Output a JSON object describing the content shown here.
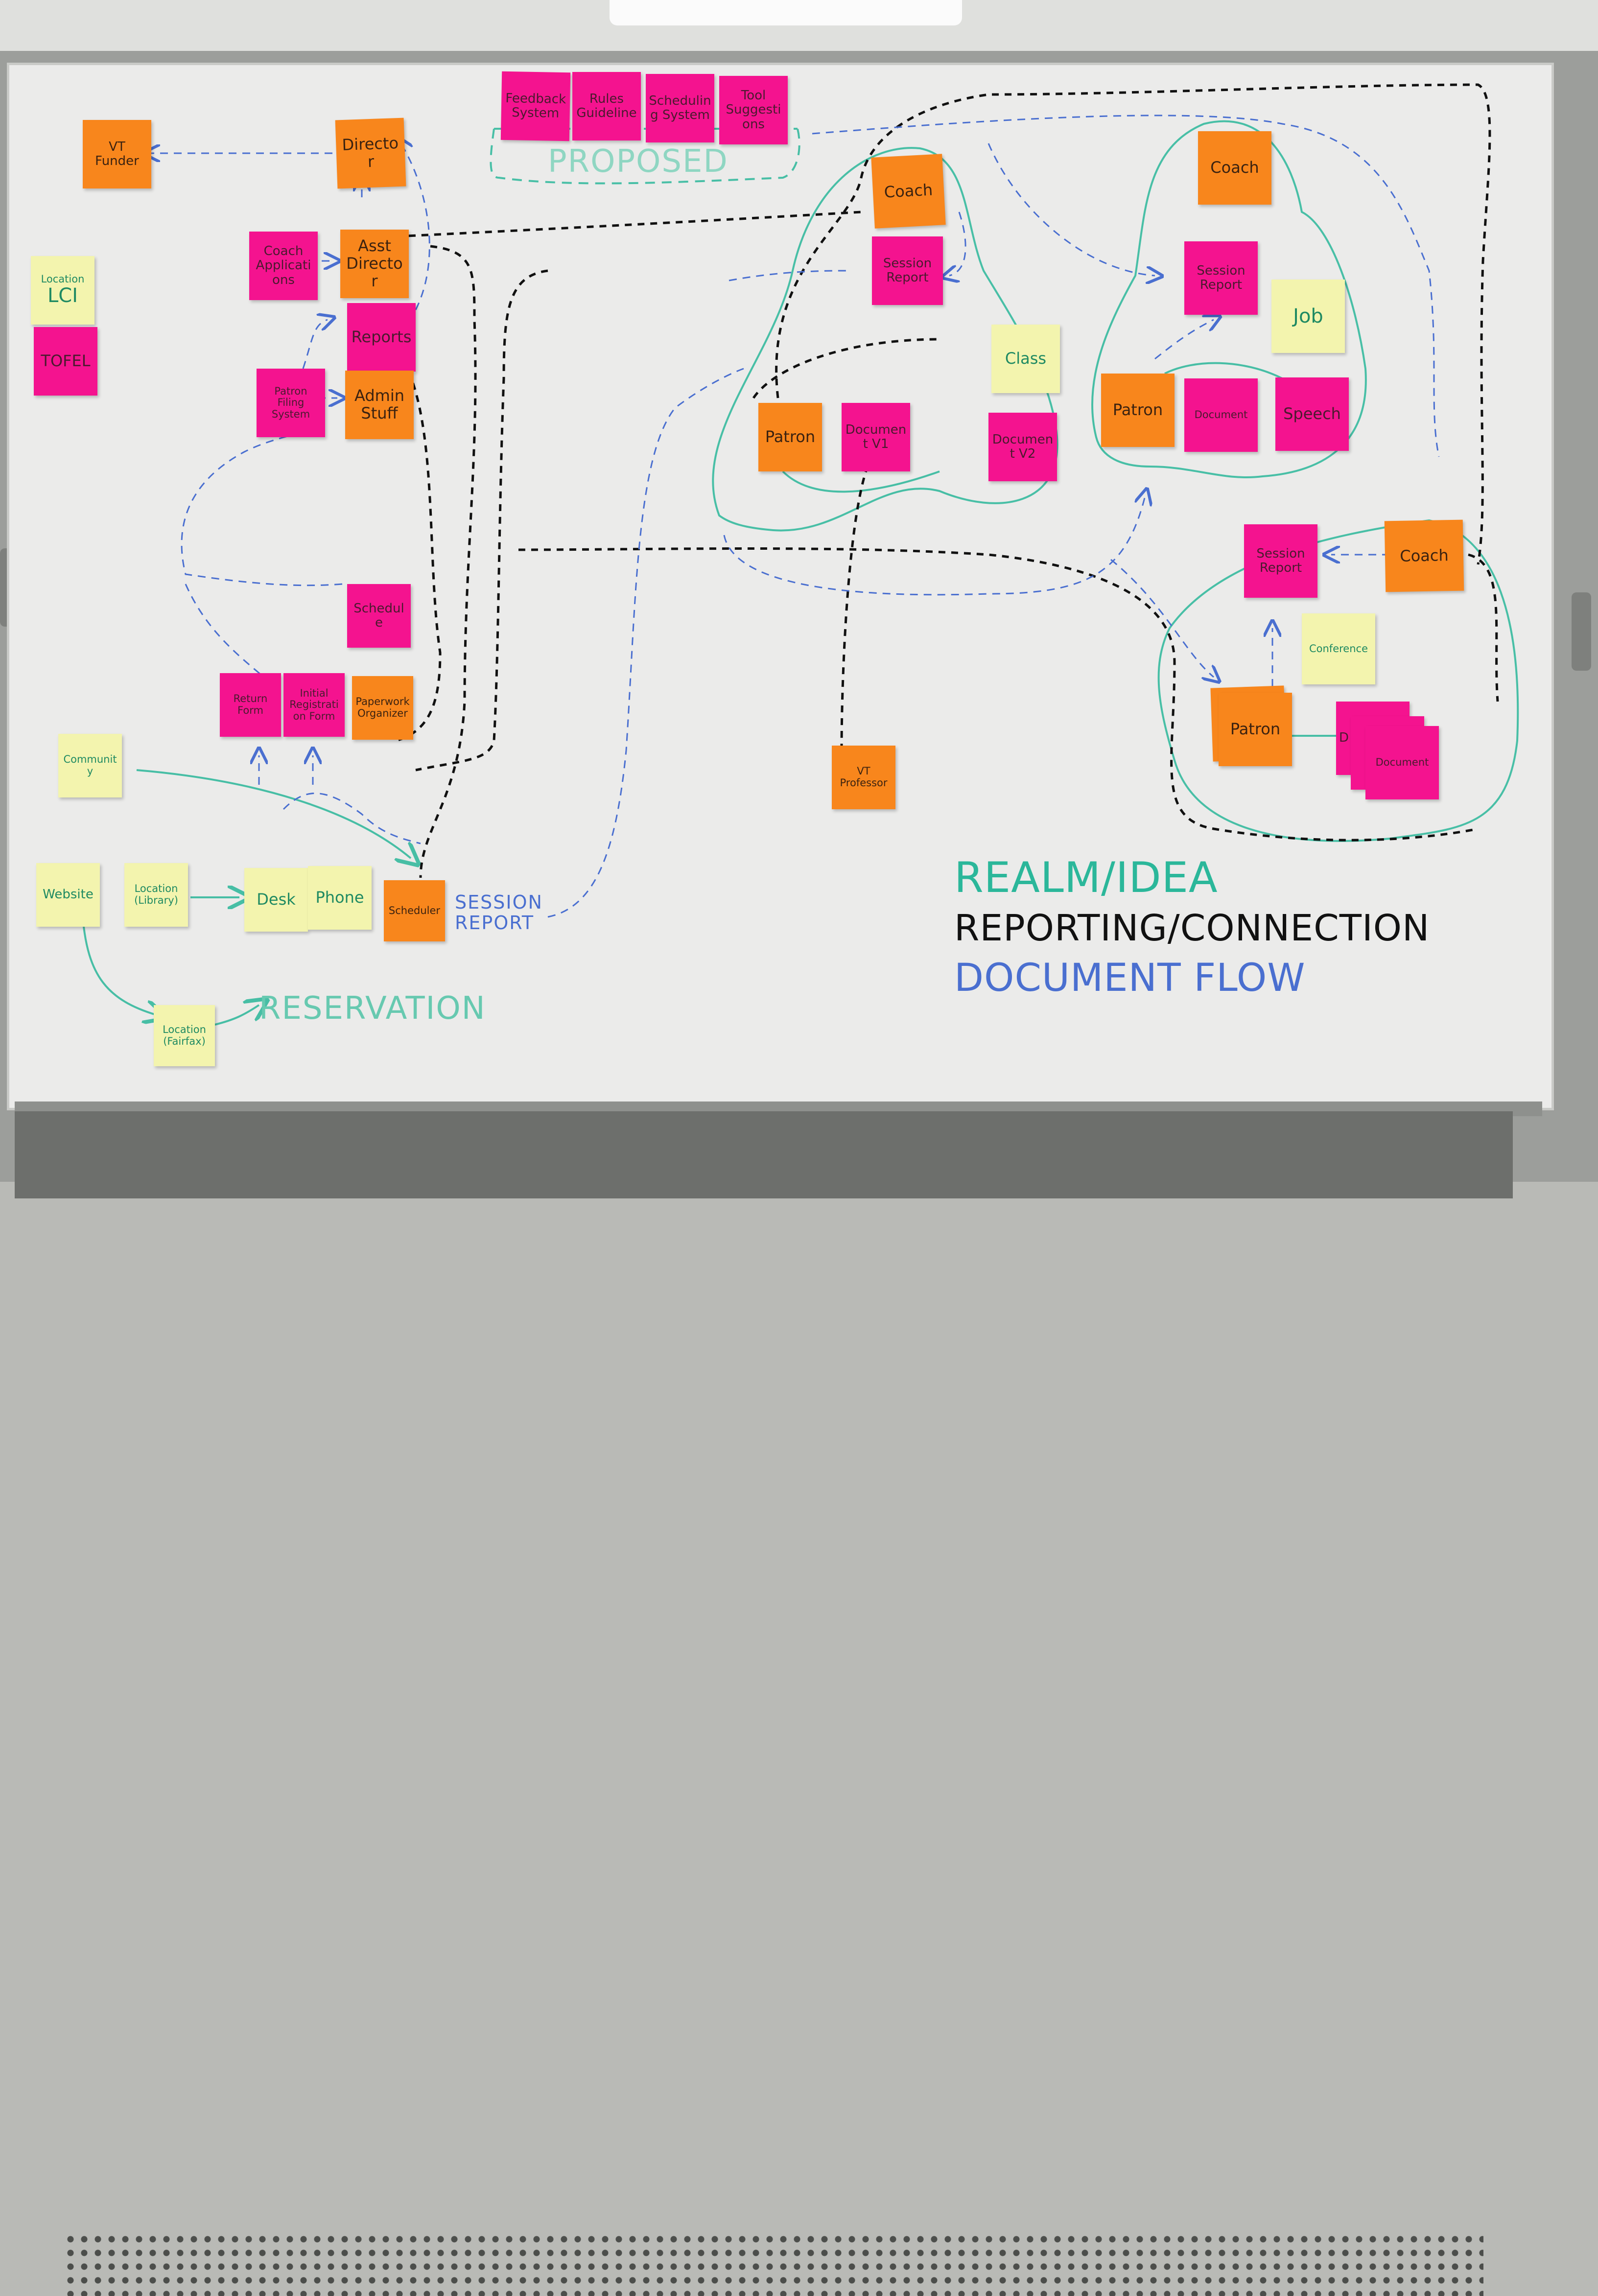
{
  "colors": {
    "pink": "#f4138f",
    "orange": "#f8861c",
    "yellow": "#f3f4ae",
    "realm_teal": "#2bb79a",
    "reporting_black": "#111111",
    "document_blue": "#4a6fd0"
  },
  "notes": {
    "proposed": [
      "Feedback System",
      "Rules Guideline",
      "Scheduling System",
      "Tool Suggestions"
    ],
    "vt_funder": "VT Funder",
    "director": "Director",
    "asst_director": "Asst Director",
    "coach_applications": "Coach Applications",
    "reports": "Reports",
    "patron_filing": "Patron Filing System",
    "admin_stuff": "Admin Stuff",
    "location_lci_small": "Location",
    "location_lci_big": "LCI",
    "tofel": "TOFEL",
    "schedule": "Schedule",
    "return_form": "Return Form",
    "initial_registration": "Initial Registration Form",
    "paperwork_organizer": "Paperwork Organizer",
    "community": "Community",
    "website": "Website",
    "location_library": "Location (Library)",
    "desk": "Desk",
    "phone": "Phone",
    "scheduler": "Scheduler",
    "location_fairfax": "Location (Fairfax)",
    "coach_1": "Coach",
    "session_report_1": "Session Report",
    "class": "Class",
    "patron_1": "Patron",
    "document_v1": "Document V1",
    "document_v2": "Document V2",
    "vt_professor": "VT Professor",
    "coach_2": "Coach",
    "session_report_2": "Session Report",
    "job": "Job",
    "patron_2": "Patron",
    "document_2": "Document",
    "speech": "Speech",
    "coach_3": "Coach",
    "session_report_3": "Session Report",
    "conference": "Conference",
    "patron_3": "Patron",
    "document_3": "Document",
    "document_3_back": "D"
  },
  "labels": {
    "proposed": "PROPOSED",
    "reservation": "RESERVATION",
    "session_report": "SESSION REPORT"
  },
  "legend": {
    "realm": "REALM/IDEA",
    "reporting": "REPORTING/CONNECTION",
    "document": "DOCUMENT FLOW"
  }
}
